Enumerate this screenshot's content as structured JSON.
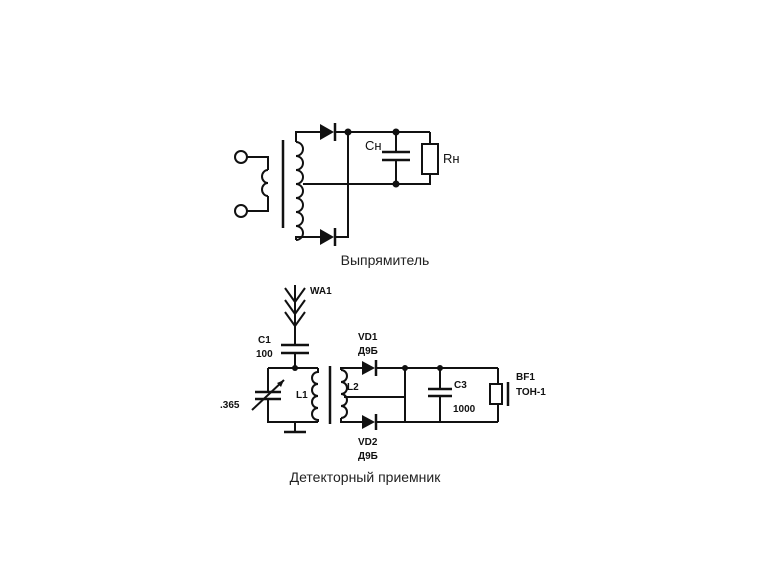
{
  "rectifier": {
    "caption": "Выпрямитель",
    "cap_label": "Сн",
    "res_label": "Rн"
  },
  "receiver": {
    "caption": "Детекторный приемник",
    "antenna": "WA1",
    "c1_name": "C1",
    "c1_value": "100",
    "cvar_value": ".365",
    "l1": "L1",
    "l2": "L2",
    "vd1_name": "VD1",
    "vd1_type": "Д9Б",
    "vd2_name": "VD2",
    "vd2_type": "Д9Б",
    "c3_name": "C3",
    "c3_value": "1000",
    "bf1_name": "BF1",
    "bf1_type": "ТОН-1"
  }
}
